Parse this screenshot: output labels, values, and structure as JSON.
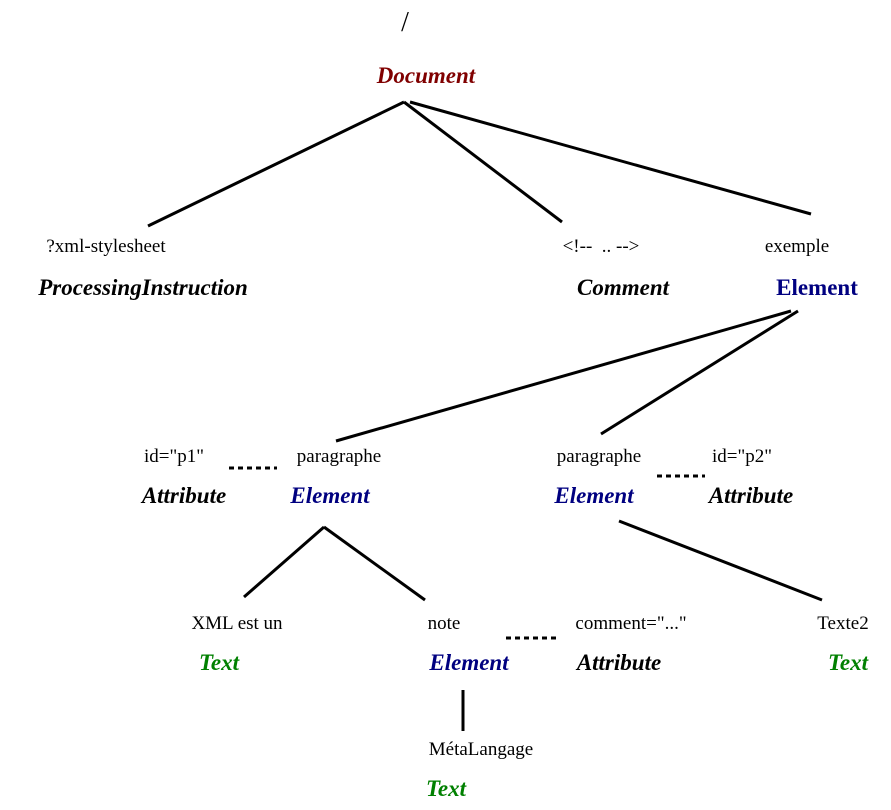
{
  "colors": {
    "document": "#800000",
    "element": "#000080",
    "text": "#008000",
    "plain": "#000000"
  },
  "root": {
    "symbol": "/",
    "type": "Document"
  },
  "processing_instruction": {
    "name": "?xml-stylesheet",
    "type": "ProcessingInstruction"
  },
  "comment": {
    "name": "<!--  .. -->",
    "type": "Comment"
  },
  "exemple": {
    "name": "exemple",
    "type": "Element"
  },
  "paragraphe1": {
    "name": "paragraphe",
    "type": "Element",
    "attribute": {
      "name": "id=\"p1\"",
      "type": "Attribute"
    }
  },
  "paragraphe2": {
    "name": "paragraphe",
    "type": "Element",
    "attribute": {
      "name": "id=\"p2\"",
      "type": "Attribute"
    }
  },
  "text1": {
    "name": "XML est un",
    "type": "Text"
  },
  "note": {
    "name": "note",
    "type": "Element",
    "attribute": {
      "name": "comment=\"...\"",
      "type": "Attribute"
    }
  },
  "text2": {
    "name": "Texte2",
    "type": "Text"
  },
  "text3": {
    "name": "MétaLangage",
    "type": "Text"
  }
}
